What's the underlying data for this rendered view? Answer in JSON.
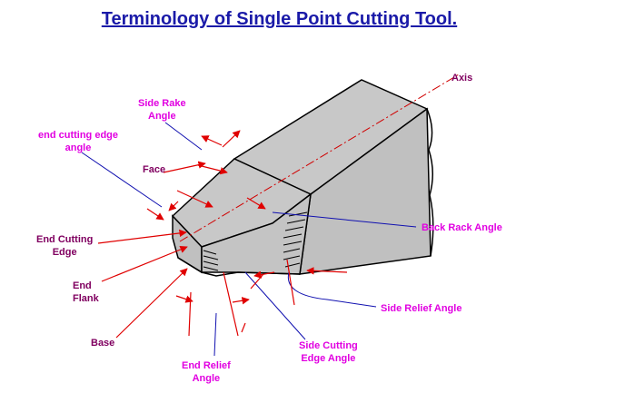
{
  "title": "Terminology of Single Point Cutting Tool.",
  "colors": {
    "title": "#1a1aa8",
    "magenta_label": "#e100e1",
    "purple_label": "#800060",
    "tool_fill": "#c8c8c8",
    "outline": "#000000",
    "leader_blue": "#1010b0",
    "arrow_red": "#e00000",
    "axis_line": "#d00000"
  },
  "labels": {
    "side_rake": [
      "Side Rake",
      "Angle"
    ],
    "end_cutting_edge_angle": [
      "end cutting edge",
      "angle"
    ],
    "face": "Face",
    "axis": "Axis",
    "end_cutting_edge": [
      "End Cutting",
      "Edge"
    ],
    "end_flank": [
      "End",
      "Flank"
    ],
    "base": "Base",
    "back_rake": "Back Rack Angle",
    "side_relief": "Side Relief Angle",
    "side_cutting_edge_angle": [
      "Side Cutting",
      "Edge Angle"
    ],
    "end_relief": [
      "End Relief",
      "Angle"
    ]
  }
}
